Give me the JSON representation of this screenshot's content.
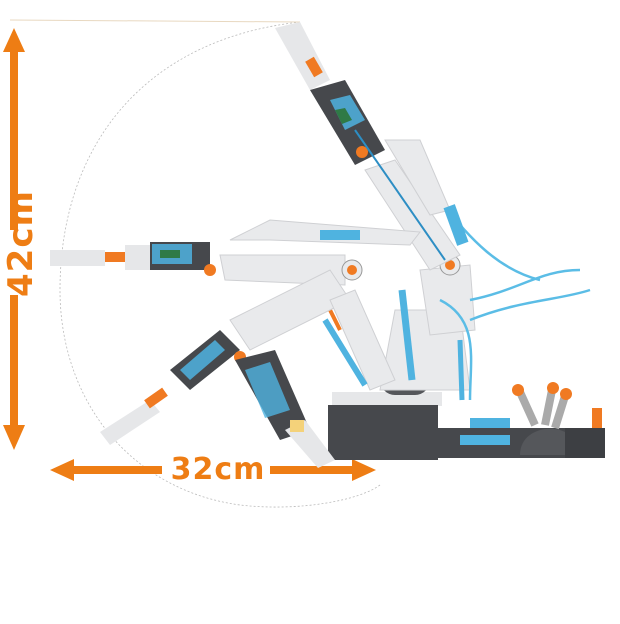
{
  "image": {
    "subject": "Hydraulic robotic arm kit",
    "background_color": "#ffffff"
  },
  "dimensions": {
    "height_label": "42cm",
    "width_label": "32cm",
    "arrow_color": "#ee7d14"
  },
  "arm_positions": [
    {
      "name": "raised",
      "description": "arm extended up and to the left"
    },
    {
      "name": "horizontal",
      "description": "arm extended horizontally left"
    },
    {
      "name": "lowered",
      "description": "arm extended down and to the left"
    }
  ],
  "colors": {
    "arm_body": "#e9eaec",
    "joint_accent": "#f07a22",
    "hydraulic_tube": "#4fb3e0",
    "base_dark": "#46484c",
    "grey_part": "#6b6e73",
    "green_board": "#2f7a46"
  }
}
